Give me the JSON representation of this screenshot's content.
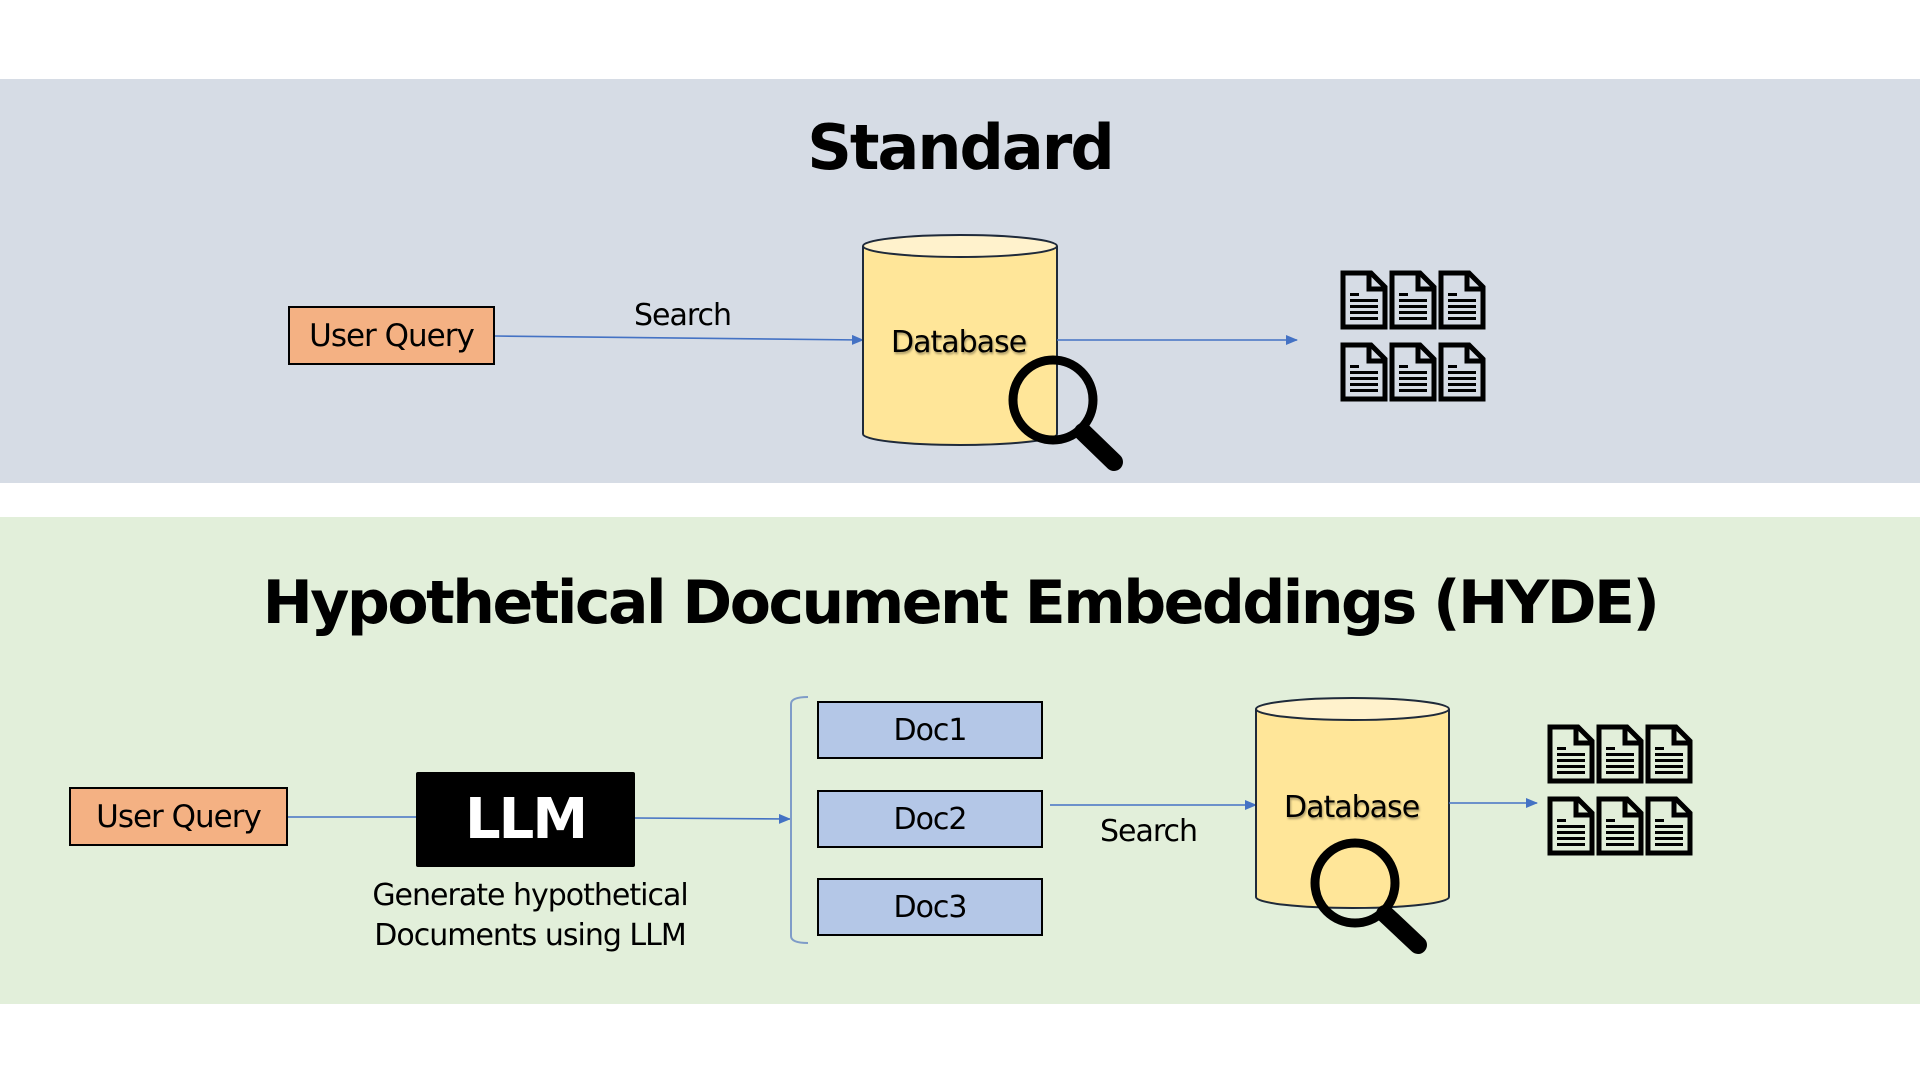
{
  "colors": {
    "standard_band": "#D6DCE5",
    "hyde_band": "#E2EFDA",
    "query_fill": "#F4B183",
    "database_fill": "#FFE699",
    "doc_fill": "#B4C7E7",
    "llm_fill": "#000000",
    "arrow": "#4472C4"
  },
  "standard": {
    "title": "Standard",
    "user_query": "User Query",
    "search_label": "Search",
    "database_label": "Database",
    "result_icon": "documents-icon"
  },
  "hyde": {
    "title": "Hypothetical Document Embeddings (HYDE)",
    "user_query": "User Query",
    "llm_label": "LLM",
    "llm_caption_line1": "Generate hypothetical",
    "llm_caption_line2": "Documents using LLM",
    "docs": [
      "Doc1",
      "Doc2",
      "Doc3"
    ],
    "search_label": "Search",
    "database_label": "Database",
    "result_icon": "documents-icon"
  }
}
